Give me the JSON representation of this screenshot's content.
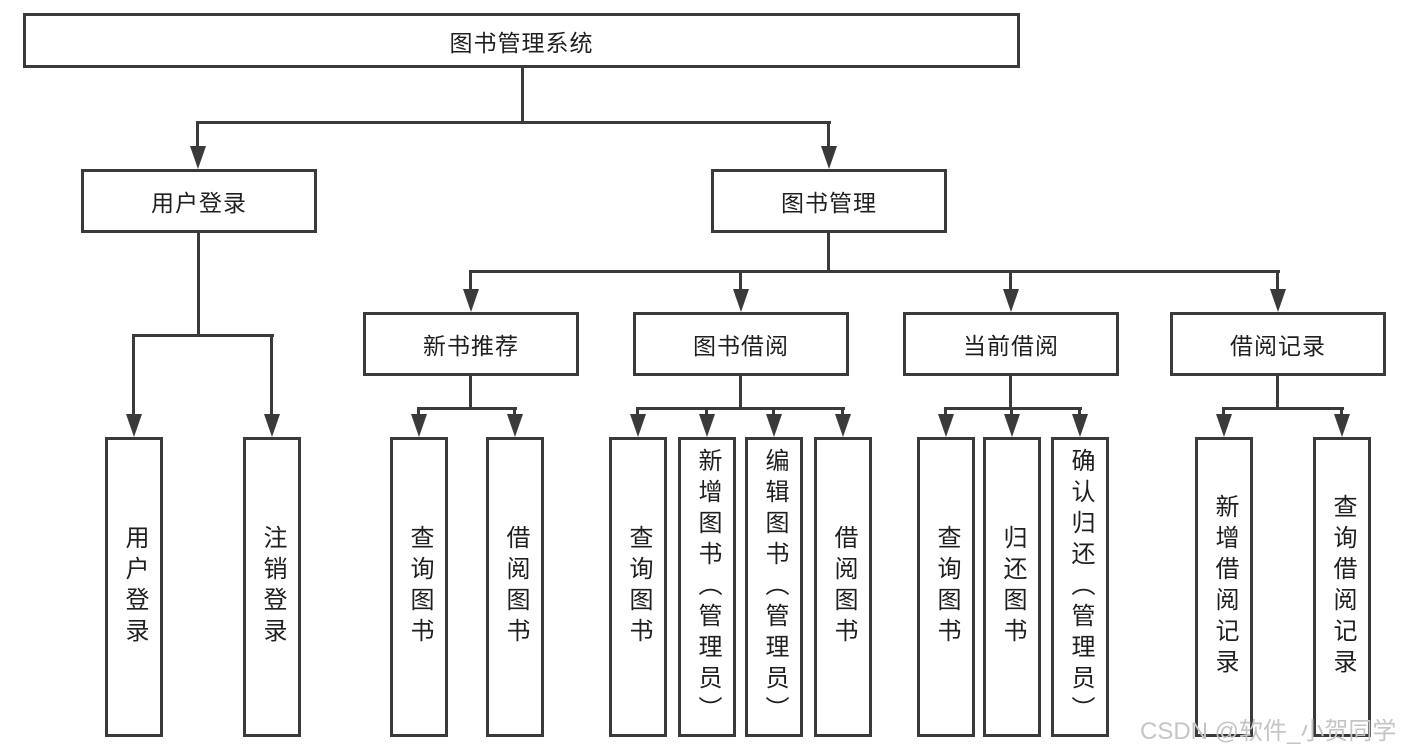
{
  "diagram_type": "hierarchy-tree",
  "tree": {
    "root": "图书管理系统",
    "branches": [
      {
        "label": "用户登录",
        "children": [
          "用户登录",
          "注销登录"
        ]
      },
      {
        "label": "图书管理",
        "children": [
          {
            "label": "新书推荐",
            "children": [
              "查询图书",
              "借阅图书"
            ]
          },
          {
            "label": "图书借阅",
            "children": [
              "查询图书",
              "新增图书（管理员）",
              "编辑图书（管理员）",
              "借阅图书"
            ]
          },
          {
            "label": "当前借阅",
            "children": [
              "查询图书",
              "归还图书",
              "确认归还（管理员）"
            ]
          },
          {
            "label": "借阅记录",
            "children": [
              "新增借阅记录",
              "查询借阅记录"
            ]
          }
        ]
      }
    ]
  },
  "watermark": "CSDN @软件_小贺同学",
  "colors": {
    "line": "#3a3a3a",
    "text": "#1f1f1f",
    "watermark": "#c5c5c5",
    "background": "#ffffff"
  }
}
